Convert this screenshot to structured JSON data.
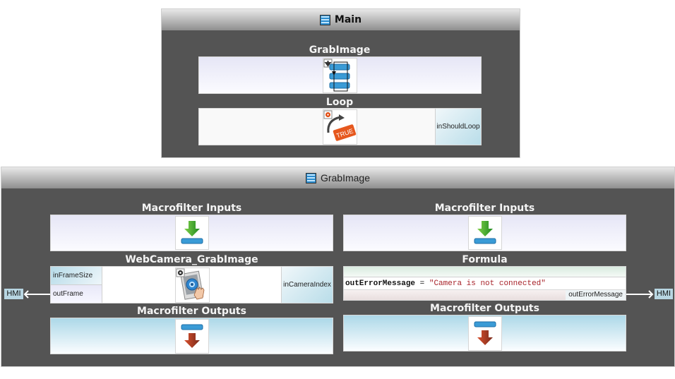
{
  "main_panel": {
    "title": "Main",
    "title_icon": "list-icon",
    "blocks": [
      {
        "title": "GrabImage",
        "icon": "step-list-icon"
      },
      {
        "title": "Loop",
        "icon": "loop-true-icon",
        "inputs": [
          "inShouldLoop"
        ]
      }
    ]
  },
  "grab_panel": {
    "title": "GrabImage",
    "title_icon": "list-icon",
    "left_column": {
      "inputs_block": {
        "title": "Macrofilter Inputs",
        "icon": "macrofilter-inputs-icon"
      },
      "filter_block": {
        "title": "WebCamera_GrabImage",
        "icon": "webcamera-grab-icon",
        "left_ports": [
          "inFrameSize",
          "outFrame"
        ],
        "right_ports": [
          "inCameraIndex"
        ]
      },
      "outputs_block": {
        "title": "Macrofilter Outputs",
        "icon": "macrofilter-outputs-icon"
      },
      "hmi_label": "HMI"
    },
    "right_column": {
      "inputs_block": {
        "title": "Macrofilter Inputs",
        "icon": "macrofilter-inputs-icon"
      },
      "formula_block": {
        "title": "Formula",
        "lhs": "outErrorMessage",
        "operator": " = ",
        "rhs": "\"Camera is not connected\"",
        "output_port": "outErrorMessage"
      },
      "outputs_block": {
        "title": "Macrofilter Outputs",
        "icon": "macrofilter-outputs-icon"
      },
      "hmi_label": "HMI"
    }
  },
  "colors": {
    "panel_bg": "#545454",
    "header_top": "#e8e8e8",
    "header_bottom": "#8e8e8e",
    "port_in": "#b6dbe8",
    "hmi_bg": "#b8d6e2",
    "string_literal": "#a8232a",
    "accent_blue": "#2a8ccf"
  }
}
